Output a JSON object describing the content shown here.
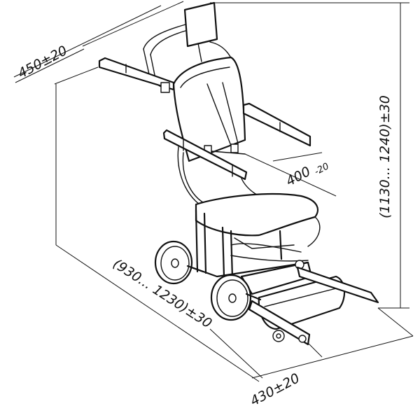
{
  "dimensions": {
    "width_top": "450±20",
    "height_right": "(1130... 1240)±30",
    "seat_depth_main": "400",
    "seat_depth_tol": "-20",
    "length_bottom": "(930... 1230)±30",
    "width_bottom": "430±20"
  }
}
